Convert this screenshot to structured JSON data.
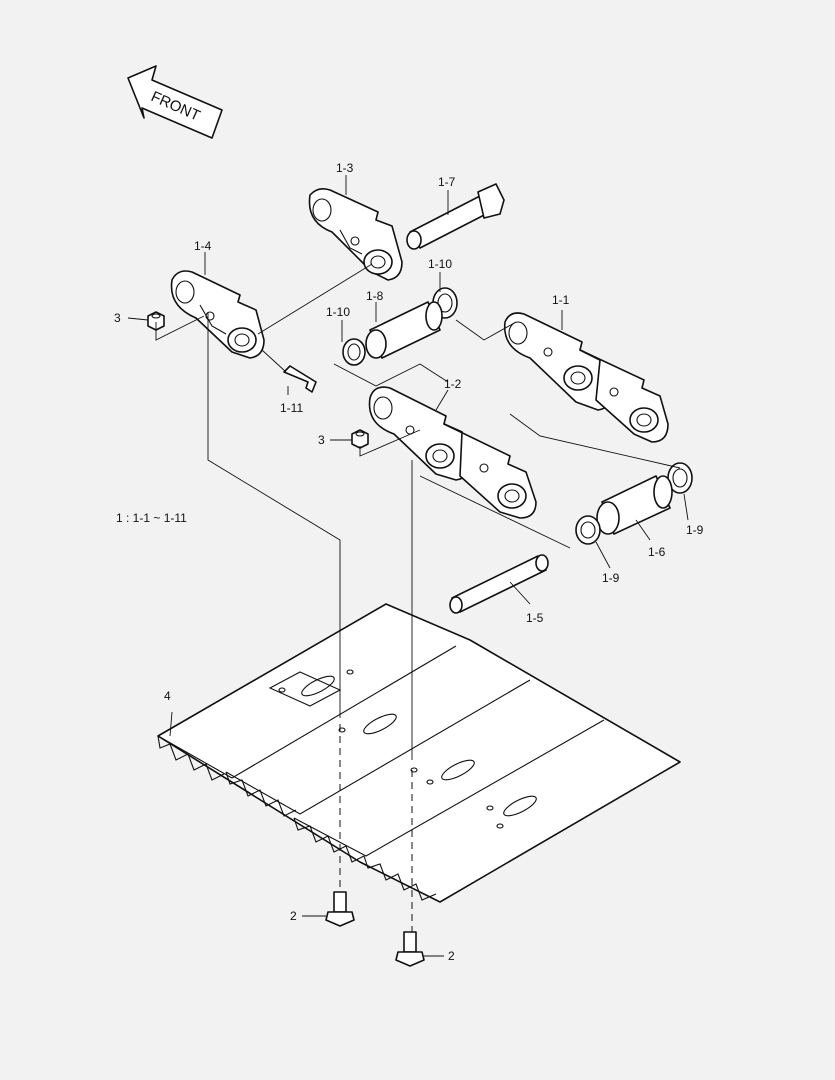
{
  "front_arrow": {
    "text": "FRONT"
  },
  "range_note": "1 : 1-1 ~ 1-11",
  "labels": {
    "l1_1": "1-1",
    "l1_2": "1-2",
    "l1_3": "1-3",
    "l1_4": "1-4",
    "l1_5": "1-5",
    "l1_6": "1-6",
    "l1_7": "1-7",
    "l1_8": "1-8",
    "l1_9a": "1-9",
    "l1_9b": "1-9",
    "l1_10a": "1-10",
    "l1_10b": "1-10",
    "l1_11": "1-11",
    "l2a": "2",
    "l2b": "2",
    "l3a": "3",
    "l3b": "3",
    "l4": "4"
  }
}
